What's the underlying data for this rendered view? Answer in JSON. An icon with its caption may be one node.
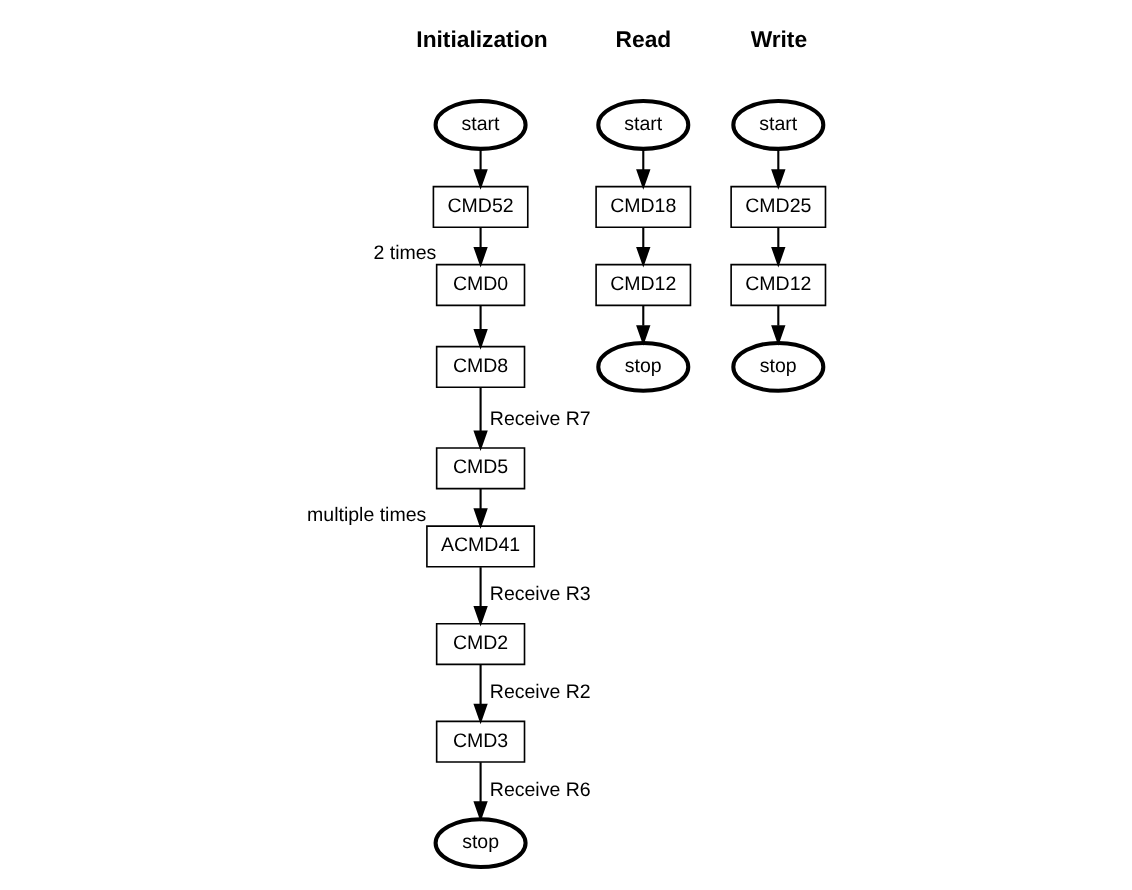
{
  "diagram": {
    "nodes": [
      {
        "text": [
          "start"
        ]
      },
      {
        "text": [
          "CMD52"
        ]
      },
      {
        "text": [
          "CMD0"
        ],
        "beside": [
          "2 times"
        ]
      },
      {
        "text": [
          "CMD8"
        ]
      },
      {
        "text": [
          "CMD5"
        ]
      },
      {
        "text": [
          "ACMD41"
        ],
        "beside": [
          "multiple times"
        ]
      },
      {
        "text": [
          "CMD2"
        ]
      },
      {
        "text": [
          "CMD3"
        ]
      },
      {
        "text": [
          "stop"
        ]
      },
      {
        "text": [
          "start"
        ]
      },
      {
        "text": [
          "CMD18"
        ]
      },
      {
        "text": [
          "CMD12"
        ]
      },
      {
        "text": [
          "stop"
        ]
      },
      {
        "text": [
          "start"
        ]
      },
      {
        "text": [
          "CMD25"
        ]
      },
      {
        "text": [
          "CMD12"
        ]
      },
      {
        "text": [
          "stop"
        ]
      }
    ],
    "edges": [
      {
        "from": 0,
        "to": 1,
        "arrow": "to"
      },
      {
        "from": 1,
        "to": 2,
        "arrow": "to"
      },
      {
        "from": 2,
        "to": 3,
        "arrow": "to"
      },
      {
        "from": 3,
        "to": 4,
        "arrow": "to",
        "label": "Receive R7"
      },
      {
        "from": 4,
        "to": 5,
        "arrow": "to"
      },
      {
        "from": 5,
        "to": 6,
        "arrow": "to",
        "label": "Receive R3"
      },
      {
        "from": 6,
        "to": 7,
        "arrow": "to",
        "label": "Receive R2"
      },
      {
        "from": 7,
        "to": 8,
        "arrow": "to",
        "label": "Receive R6"
      },
      {
        "from": 9,
        "to": 10,
        "arrow": "to"
      },
      {
        "from": 10,
        "to": 11,
        "arrow": "to"
      },
      {
        "from": 11,
        "to": 12,
        "arrow": "to"
      },
      {
        "from": 13,
        "to": 14,
        "arrow": "to"
      },
      {
        "from": 14,
        "to": 15,
        "arrow": "to"
      },
      {
        "from": 15,
        "to": 16,
        "arrow": "to"
      }
    ],
    "labels": [
      "Initialization",
      "Read",
      "Write"
    ]
  }
}
